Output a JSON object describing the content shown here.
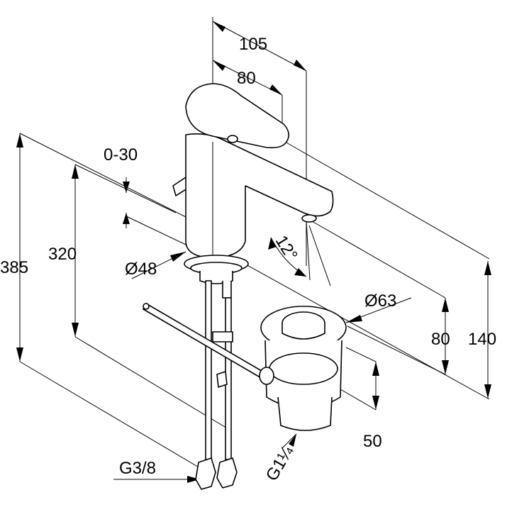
{
  "dimensions": {
    "d105": "105",
    "d80_top": "80",
    "d0_30": "0-30",
    "d385": "385",
    "d320": "320",
    "d48": "Ø48",
    "d12": "12°",
    "d63": "Ø63",
    "d80_right": "80",
    "d140": "140",
    "d50": "50",
    "g38": "G3/8",
    "g114": "G1¼"
  }
}
